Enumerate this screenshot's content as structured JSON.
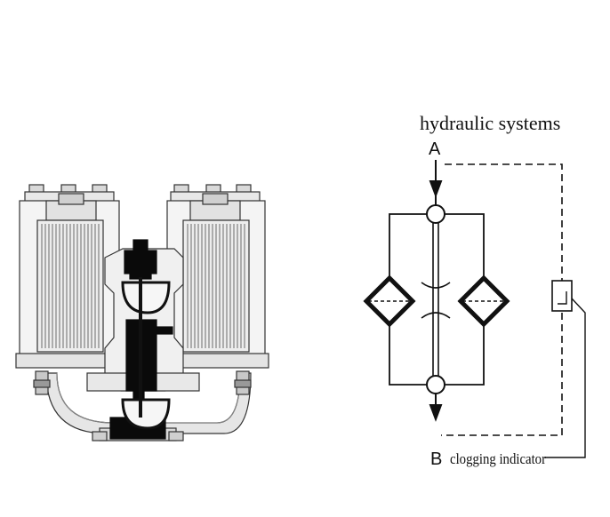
{
  "labels": {
    "title": "hydraulic systems",
    "port_a": "A",
    "port_b": "B",
    "indicator": "clogging indicator"
  },
  "colors": {
    "ink": "#111111",
    "metal": "#f3f3f3",
    "shadow": "#b8b8b8",
    "dark": "#0a0a0a"
  }
}
